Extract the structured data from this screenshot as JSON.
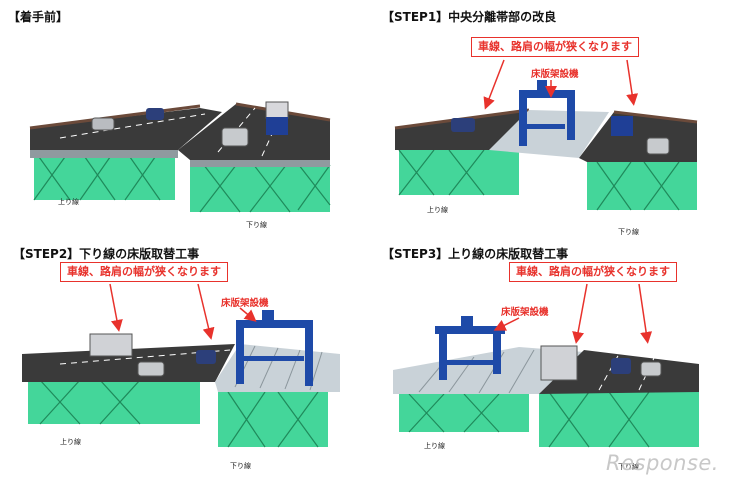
{
  "panels": [
    {
      "title": "【着手前】",
      "up_label": "上り線",
      "down_label": "下り線"
    },
    {
      "title": "【STEP1】中央分離帯部の改良",
      "callout": "車線、路肩の幅が狭くなります",
      "machine": "床版架設機",
      "up_label": "上り線",
      "down_label": "下り線"
    },
    {
      "title": "【STEP2】下り線の床版取替工事",
      "callout": "車線、路肩の幅が狭くなります",
      "machine": "床版架設機",
      "up_label": "上り線",
      "down_label": "下り線"
    },
    {
      "title": "【STEP3】上り線の床版取替工事",
      "callout": "車線、路肩の幅が狭くなります",
      "machine": "床版架設機",
      "up_label": "上り線",
      "down_label": "下り線"
    }
  ],
  "watermark": "Response.",
  "colors": {
    "deck": "#3a3a3a",
    "girder": "#44d69a",
    "machine": "#1e4aa8",
    "arrow": "#e8322c",
    "panel_new": "#c9d2d8"
  }
}
